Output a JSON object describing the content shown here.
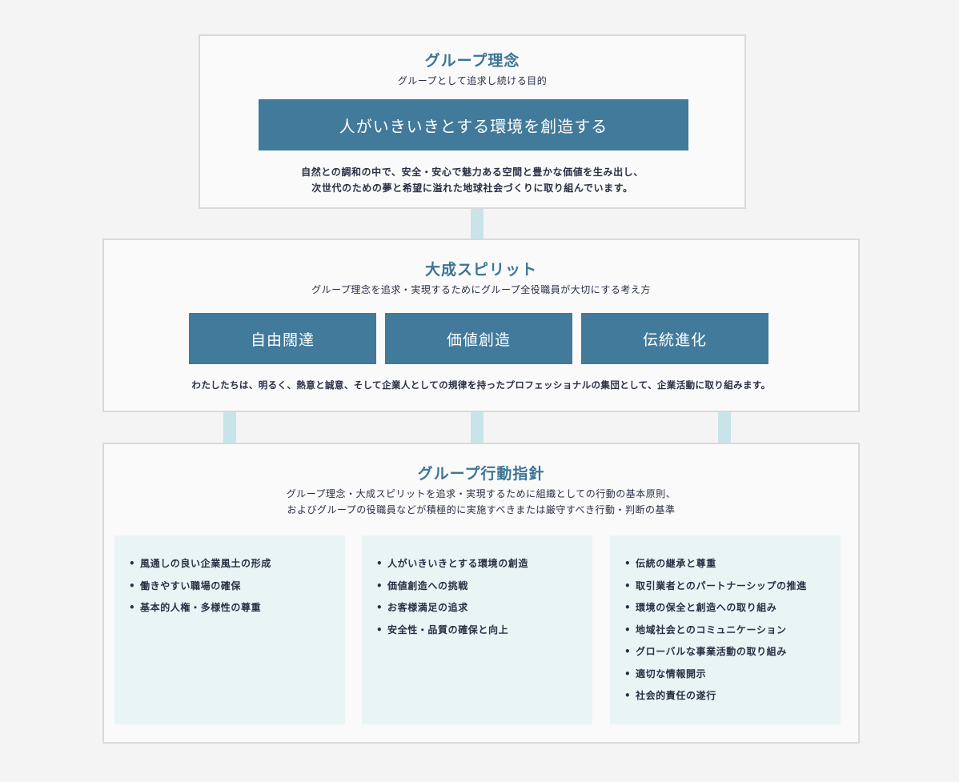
{
  "philosophy": {
    "title": "グループ理念",
    "subtitle": "グループとして追求し続ける目的",
    "banner": "人がいきいきとする環境を創造する",
    "description_lines": [
      "自然との調和の中で、安全・安心で魅力ある空間と豊かな価値を生み出し、",
      "次世代のための夢と希望に溢れた地球社会づくりに取り組んでいます。"
    ]
  },
  "spirit": {
    "title": "大成スピリット",
    "subtitle": "グループ理念を追求・実現するためにグループ全役職員が大切にする考え方",
    "values": [
      {
        "label": "自由闊達"
      },
      {
        "label": "価値創造"
      },
      {
        "label": "伝統進化"
      }
    ],
    "description": "わたしたちは、明るく、熱意と誠意、そして企業人としての規律を持ったプロフェッショナルの集団として、企業活動に取り組みます。"
  },
  "guidelines": {
    "title": "グループ行動指針",
    "subtitle_lines": [
      "グループ理念・大成スピリットを追求・実現するために組織としての行動の基本原則、",
      "およびグループの役職員などが積極的に実施すべきまたは厳守すべき行動・判断の基準"
    ],
    "bullet": "•",
    "columns": [
      {
        "items": [
          "風通しの良い企業風土の形成",
          "働きやすい職場の確保",
          "基本的人権・多様性の尊重"
        ]
      },
      {
        "items": [
          "人がいきいきとする環境の創造",
          "価値創造への挑戦",
          "お客様満足の追求",
          "安全性・品質の確保と向上"
        ]
      },
      {
        "items": [
          "伝統の継承と尊重",
          "取引業者とのパートナーシップの推進",
          "環境の保全と創造への取り組み",
          "地域社会とのコミュニケーション",
          "グローバルな事業活動の取り組み",
          "適切な情報開示",
          "社会的責任の遂行"
        ]
      }
    ]
  },
  "colors": {
    "accent_blue": "#417a9b",
    "title_blue": "#3c7595",
    "connector": "#c9e4e8",
    "column_bg": "#e9f4f5",
    "card_bg": "#fafafa",
    "page_bg": "#f4f4f4",
    "border": "#d9d9d9"
  }
}
